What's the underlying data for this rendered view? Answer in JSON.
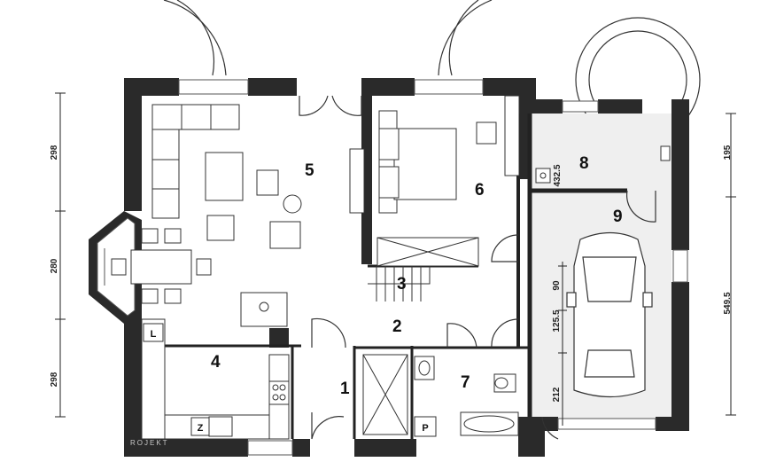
{
  "rooms": {
    "r1": "1",
    "r2": "2",
    "r3": "3",
    "r4": "4",
    "r5": "5",
    "r6": "6",
    "r7": "7",
    "r8": "8",
    "r9": "9"
  },
  "dimensions_left": {
    "top": "298",
    "middle": "280",
    "bottom": "298"
  },
  "dimensions_right": {
    "top": "195",
    "bottom": "549.5"
  },
  "dimensions_garage": {
    "d1": "90",
    "d2": "125.5",
    "d3": "212",
    "d4": "432.5"
  },
  "labels": {
    "kitchen_l": "L",
    "kitchen_z": "Z",
    "toilet_p": "P"
  },
  "watermark": "ROJEKT",
  "colors": {
    "wall": "#2a2a2a",
    "garage_floor": "#efefef",
    "line": "#222222"
  }
}
